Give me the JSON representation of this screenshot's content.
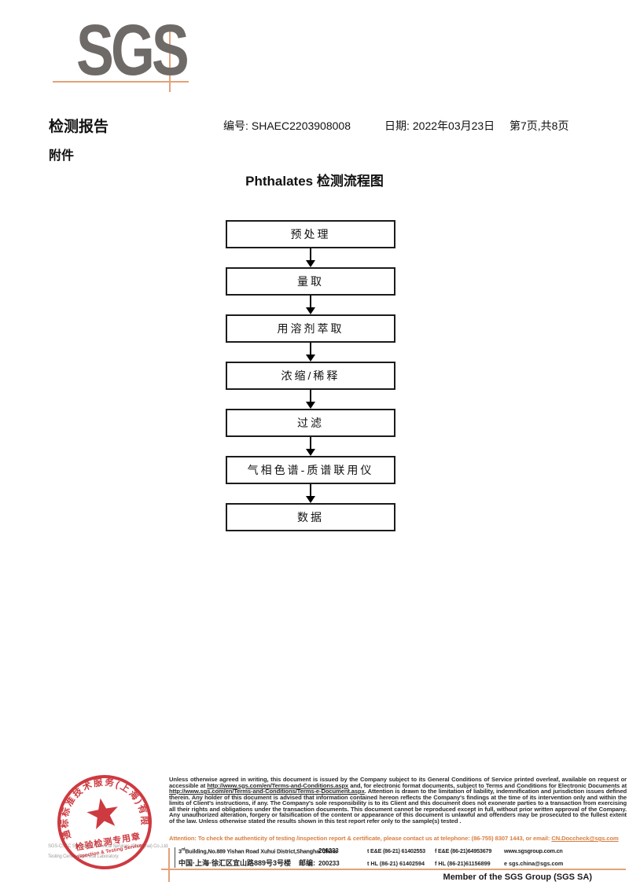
{
  "header": {
    "logo_text": "SGS",
    "report_title": "检测报告",
    "report_no_label": "编号:",
    "report_no": "SHAEC2203908008",
    "date_label": "日期:",
    "date_value": "2022年03月23日",
    "page_info": "第7页,共8页",
    "attachment_label": "附件"
  },
  "flowchart": {
    "title": "Phthalates 检测流程图",
    "steps": [
      "预处理",
      "量取",
      "用溶剂萃取",
      "浓缩/稀释",
      "过滤",
      "气相色谱-质谱联用仪",
      "数据"
    ]
  },
  "footer": {
    "stamp": {
      "ring_text": "通标标准技术服务(上海)有限公司",
      "title_cn": "检验检测专用章",
      "title_en": "Inspection & Testing Services"
    },
    "company_line1": "SGS-CSTC Standards Technical Services (Shanghai) Co.,Ltd.",
    "company_line2": "Testing Center-Chemical Laboratory.",
    "legal": {
      "part1": "Unless otherwise agreed in writing, this document is issued by the Company subject to its General Conditions of Service printed overleaf, available on request or accessible at ",
      "url1": "http://www.sgs.com/en/Terms-and-Conditions.aspx",
      "part2": " and, for electronic format documents, subject to Terms and Conditions for Electronic Documents at ",
      "url2": "http://www.sgs.com/en/Terms-and-Conditions/Terms-e-Document.aspx",
      "part3": ". Attention is drawn to the limitation of liability, indemnification and jurisdiction issues defined therein. Any holder of this document is advised that information contained hereon reflects the Company's findings at the time of its intervention only and within the limits of Client's instructions, if any. The Company's sole responsibility is to its Client and this document does not exonerate parties to a transaction from exercising all their rights and obligations under the transaction documents. This document cannot be reproduced except in full, without prior written approval of the Company. Any unauthorized alteration, forgery or falsification of the content or appearance of this document is unlawful and offenders may be prosecuted to the fullest extent of the law. Unless otherwise stated the results shown in this test report refer only to the sample(s) tested .",
      "attention_part": "Attention: To check the authenticity of testing /inspection report & certificate, please contact us at telephone: (86-755) 8307 1443, or email: ",
      "attention_email": "CN.Doccheck@sgs.com"
    },
    "address": {
      "en_prefix": "3",
      "en_sup": "rd",
      "en_rest": "Building,No.889 Yishan Road Xuhui District,Shanghai China",
      "en_zip": "200233",
      "cn": "中国·上海·徐汇区宜山路889号3号楼",
      "cn_zip_label": "邮编:",
      "cn_zip": "200233",
      "tel1": "t E&E (86-21) 61402553",
      "fax1": "f E&E (86-21)64953679",
      "web": "www.sgsgroup.com.cn",
      "tel2": "t HL (86-21) 61402594",
      "fax2": "f HL (86-21)61156899",
      "email": "e  sgs.china@sgs.com"
    },
    "member": "Member of the SGS Group (SGS SA)"
  },
  "colors": {
    "logo_gray": "#6e6a67",
    "accent_orange": "#e2a277",
    "stamp_red": "#c8252c",
    "attention_orange": "#d97e3f"
  }
}
